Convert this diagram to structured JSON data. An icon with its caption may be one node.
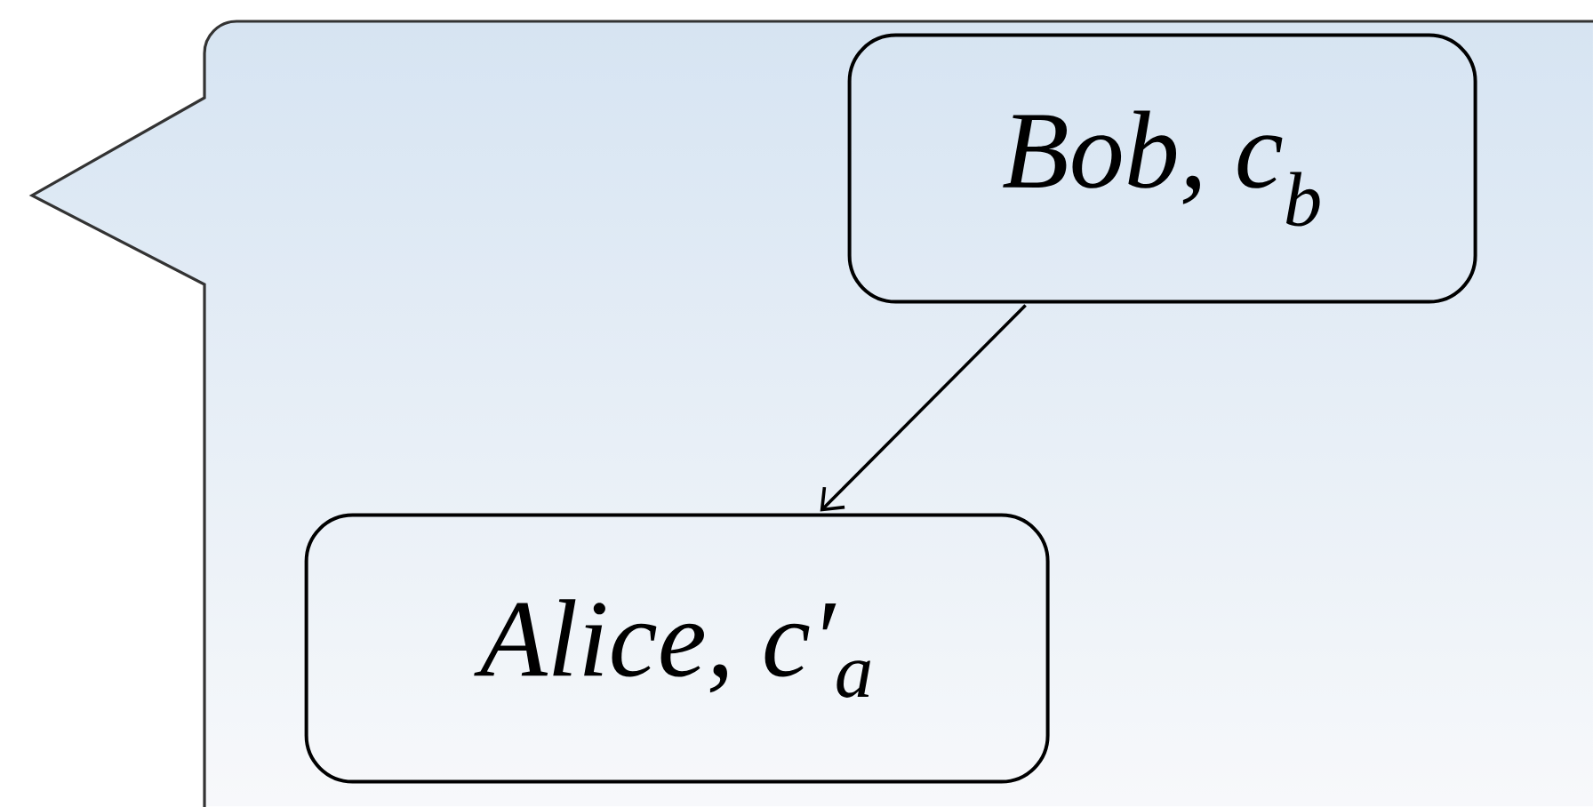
{
  "diagram": {
    "nodes": [
      {
        "text": [],
        "shape": "callout"
      },
      {
        "text": [
          "Bob, c$_{b}$"
        ],
        "in": 0
      },
      {
        "text": [
          "Alice, c′$_{a}$"
        ],
        "in": 0
      }
    ],
    "edges": [
      {
        "from": 1,
        "to": 2,
        "arrow": "to"
      }
    ]
  }
}
